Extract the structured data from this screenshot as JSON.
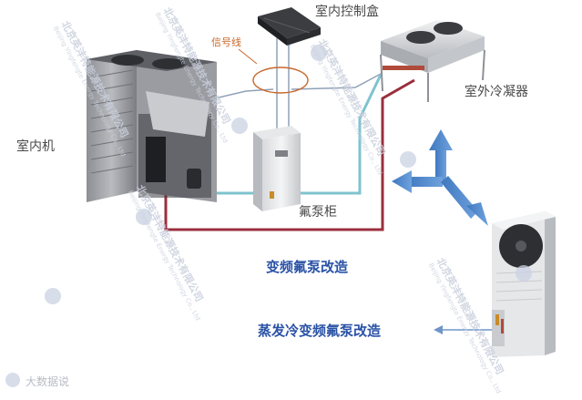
{
  "labels": {
    "indoor_control_box": "室内控制盒",
    "signal_line": "信号线",
    "outdoor_condenser": "室外冷凝器",
    "indoor_unit": "室内机",
    "fluorine_pump_cabinet": "氟泵柜",
    "vfd_pump_retrofit": "变频氟泵改造",
    "evap_cooling_retrofit": "蒸发冷变频氟泵改造"
  },
  "watermark": {
    "text": "北京英沣特能源技术有限公司",
    "text_en": "Beijing Yingfengte Energy Technology Co., Ltd",
    "logo_text": "英沣特"
  },
  "footer": {
    "brand": "大数据说"
  },
  "colors": {
    "pipe_red": "#9a2f3c",
    "pipe_cyan": "#7fc3cf",
    "signal_gray": "#8fa0b8",
    "arrow_blue": "#4f86c8",
    "label_blue": "#2a52a6",
    "signal_orange": "#c8682a"
  }
}
